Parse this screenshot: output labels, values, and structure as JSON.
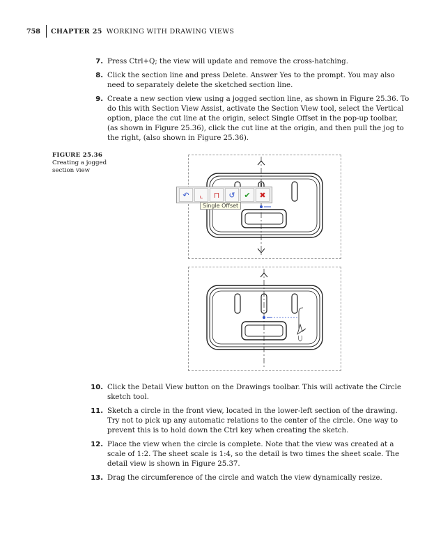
{
  "header": {
    "page_number": "758",
    "chapter_label": "CHAPTER 25",
    "chapter_title": "WORKING WITH DRAWING VIEWS"
  },
  "steps_top": [
    {
      "num": "7.",
      "text": "Press Ctrl+Q; the view will update and remove the cross-hatching."
    },
    {
      "num": "8.",
      "text": "Click the section line and press Delete. Answer Yes to the prompt. You may also need to separately delete the sketched section line."
    },
    {
      "num": "9.",
      "text": "Create a new section view using a jogged section line, as shown in Figure 25.36. To do this with Section View Assist, activate the Section View tool, select the Vertical option, place the cut line at the origin, select Single Offset in the pop-up toolbar, (as shown in Figure 25.36), click the cut line at the origin, and then pull the jog to the right, (also shown in Figure 25.36)."
    }
  ],
  "figure": {
    "label": "FIGURE 25.36",
    "caption": "Creating a jogged section view",
    "tooltip": "Single Offset"
  },
  "steps_bottom": [
    {
      "num": "10.",
      "text": "Click the Detail View button on the Drawings toolbar. This will activate the Circle sketch tool."
    },
    {
      "num": "11.",
      "text": "Sketch a circle in the front view, located in the lower-left section of the drawing. Try not to pick up any automatic relations to the center of the circle. One way to prevent this is to hold down the Ctrl key when creating the sketch."
    },
    {
      "num": "12.",
      "text": "Place the view when the circle is complete. Note that the view was created at a scale of 1:2. The sheet scale is 1:4, so the detail is two times the sheet scale. The detail view is shown in Figure 25.37."
    },
    {
      "num": "13.",
      "text": "Drag the circumference of the circle and watch the view dynamically resize."
    }
  ],
  "toolbar_icons": [
    "arc-offset-icon",
    "single-offset-icon",
    "notch-offset-icon",
    "undo-icon",
    "confirm-check-icon",
    "cancel-x-icon"
  ]
}
